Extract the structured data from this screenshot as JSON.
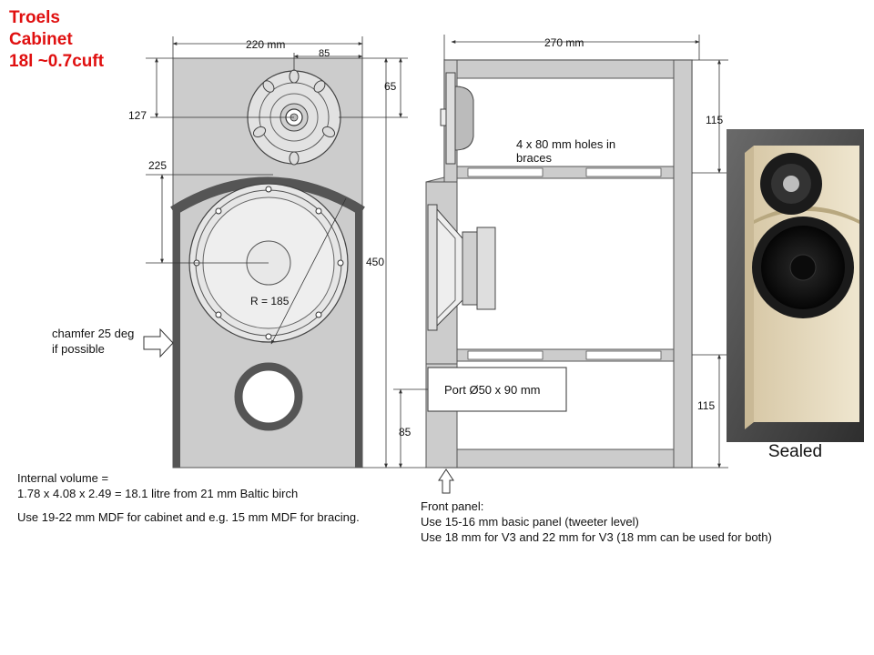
{
  "title": {
    "line1": "Troels",
    "line2": "Cabinet",
    "line3": "18l ~0.7cuft"
  },
  "front_view": {
    "dim_width": "220 mm",
    "dim_tweeter_offset": "85",
    "dim_tweeter_height": "127",
    "dim_tweeter_top": "65",
    "dim_arch": "225",
    "dim_height": "450",
    "dim_radius": "R = 185",
    "chamfer_line1": "chamfer 25 deg",
    "chamfer_line2": "if possible"
  },
  "side_view": {
    "dim_depth": "270 mm",
    "dim_top_brace": "115",
    "dim_bottom_brace": "115",
    "dim_port_height": "85",
    "holes_line1": "4 x 80 mm holes in",
    "holes_line2": "braces",
    "port_label": "Port Ø50 x 90 mm"
  },
  "notes": {
    "volume_line1": "Internal volume =",
    "volume_line2": "1.78 x 4.08 x 2.49 = 18.1 litre from 21 mm Baltic birch",
    "mdf_line": "Use 19-22 mm MDF for cabinet and e.g. 15 mm MDF for bracing.",
    "front_panel_line1": "Front panel:",
    "front_panel_line2": "Use 15-16 mm basic panel (tweeter level)",
    "front_panel_line3": "Use 18 mm for V3 and 22 mm for V3 (18 mm can be used for both)"
  },
  "photo": {
    "caption": "Sealed"
  },
  "colors": {
    "title": "#e01010",
    "panel": "#cccccc",
    "edge": "#555555"
  }
}
